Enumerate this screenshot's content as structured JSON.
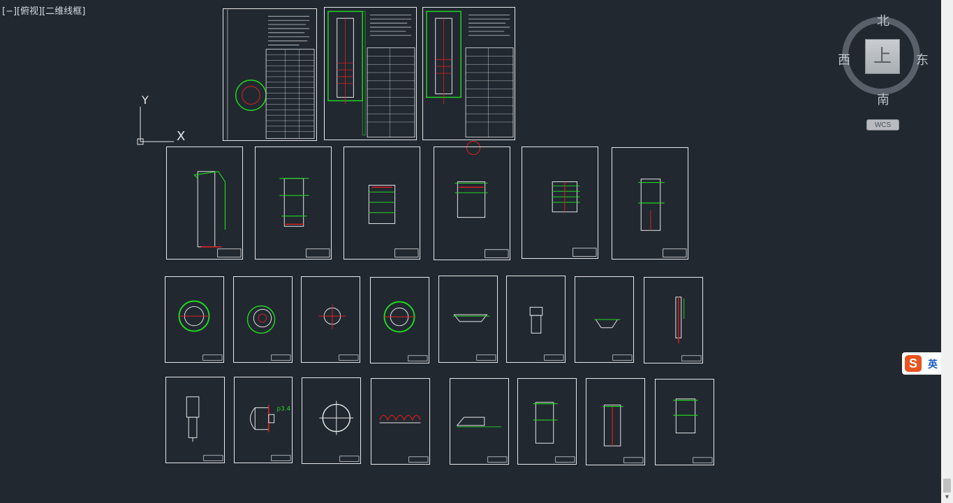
{
  "viewport": {
    "label": "[−][俯视][二维线框]"
  },
  "ucs": {
    "x_label": "X",
    "y_label": "Y"
  },
  "viewcube": {
    "top_face": "上",
    "north": "北",
    "south": "南",
    "east": "东",
    "west": "西",
    "wcs_label": "WCS"
  },
  "ime": {
    "logo": "S",
    "language": "英",
    "dots": "•,"
  },
  "sheet_annotation": "p3.4",
  "colors": {
    "background": "#212830",
    "line_white": "#f0f0f0",
    "line_green": "#22d422",
    "line_red": "#e02020"
  }
}
